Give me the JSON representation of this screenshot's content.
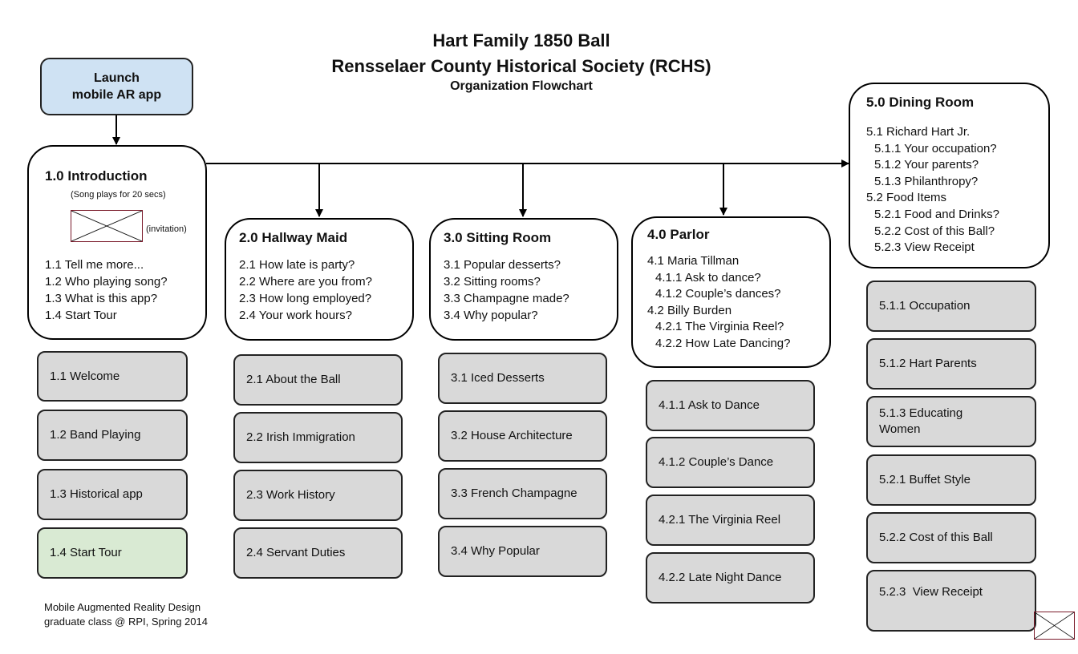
{
  "title": {
    "line1": "Hart Family 1850 Ball",
    "line2": "Rensselaer County Historical Society (RCHS)",
    "line3": "Organization Flowchart"
  },
  "launch": {
    "line1": "Launch",
    "line2": "mobile AR app"
  },
  "intro": {
    "heading": "1.0 Introduction",
    "note": "(Song plays for 20 secs)",
    "placeholder_label": "(invitation)",
    "items": [
      "1.1 Tell me more...",
      "1.2 Who playing song?",
      "1.3 What is this app?",
      "1.4 Start Tour"
    ]
  },
  "hallway": {
    "heading": "2.0 Hallway Maid",
    "items": [
      "2.1 How late is party?",
      "2.2 Where are you from?",
      "2.3 How long employed?",
      "2.4 Your work hours?"
    ]
  },
  "sitting": {
    "heading": "3.0 Sitting Room",
    "items": [
      "3.1 Popular desserts?",
      "3.2 Sitting rooms?",
      "3.3 Champagne made?",
      "3.4 Why popular?"
    ]
  },
  "parlor": {
    "heading": "4.0 Parlor",
    "items": [
      "4.1 Maria Tillman",
      "4.1.1 Ask to dance?",
      "4.1.2 Couple’s dances?",
      "4.2 Billy Burden",
      "4.2.1 The Virginia Reel?",
      "4.2.2 How Late Dancing?"
    ]
  },
  "dining": {
    "heading": "5.0 Dining Room",
    "items": [
      "5.1 Richard Hart Jr.",
      "5.1.1 Your occupation?",
      "5.1.2 Your parents?",
      "5.1.3 Philanthropy?",
      "5.2 Food Items",
      "5.2.1 Food and Drinks?",
      "5.2.2 Cost of this Ball?",
      "5.2.3 View Receipt"
    ]
  },
  "col1": [
    "1.1 Welcome",
    "1.2 Band Playing",
    "1.3 Historical app",
    "1.4 Start Tour"
  ],
  "col2": [
    "2.1 About the Ball",
    "2.2 Irish Immigration",
    "2.3 Work History",
    "2.4 Servant Duties"
  ],
  "col3": [
    "3.1 Iced Desserts",
    "3.2 House Architecture",
    "3.3 French Champagne",
    "3.4 Why Popular"
  ],
  "col4": [
    "4.1.1 Ask to Dance",
    "4.1.2 Couple’s Dance",
    "4.2.1 The Virginia Reel",
    "4.2.2 Late Night Dance"
  ],
  "col5": [
    "5.1.1 Occupation",
    "5.1.2 Hart Parents",
    "5.1.3 Educating Women",
    "5.2.1 Buffet Style",
    "5.2.2 Cost of this Ball",
    "5.2.3  View Receipt"
  ],
  "footer": {
    "line1": "Mobile Augmented Reality Design",
    "line2": "graduate class @ RPI, Spring 2014"
  }
}
